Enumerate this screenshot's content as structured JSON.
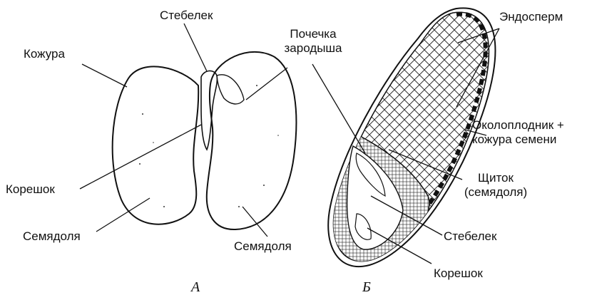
{
  "figure_a": {
    "caption": "А",
    "labels": {
      "stem": "Стебелек",
      "coat": "Кожура",
      "bud_line1": "Почечка",
      "bud_line2": "зародыша",
      "root": "Корешок",
      "cotyledon_left": "Семядоля",
      "cotyledon_right": "Семядоля"
    }
  },
  "figure_b": {
    "caption": "Б",
    "labels": {
      "endosperm": "Эндосперм",
      "pericarp_line1": "Околоплодник +",
      "pericarp_line2": "кожура семени",
      "scutellum_line1": "Щиток",
      "scutellum_line2": "(семядоля)",
      "stem": "Стебелек",
      "root": "Корешок"
    }
  },
  "colors": {
    "ink": "#111111",
    "background": "#ffffff"
  }
}
